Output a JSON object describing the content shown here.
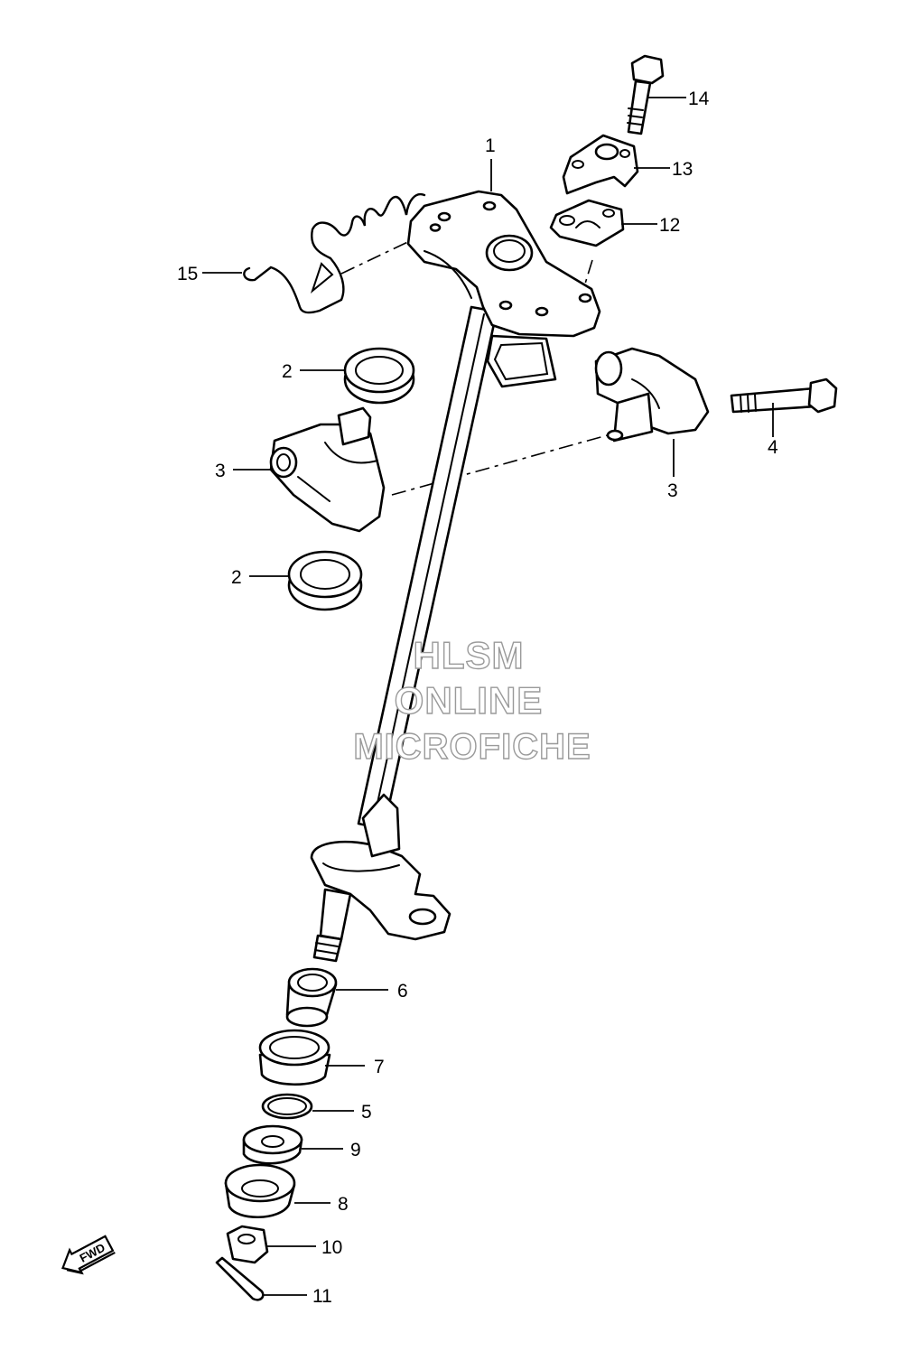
{
  "watermark": {
    "line1": "HLSM",
    "line2": "ONLINE",
    "line3": "MICROFICHE"
  },
  "direction_arrow": {
    "label": "FWD",
    "icon": "fwd-arrow-icon"
  },
  "callouts": {
    "p1": "1",
    "p2a": "2",
    "p2b": "2",
    "p3a": "3",
    "p3b": "3",
    "p4": "4",
    "p5": "5",
    "p6": "6",
    "p7": "7",
    "p8": "8",
    "p9": "9",
    "p10": "10",
    "p11": "11",
    "p12": "12",
    "p13": "13",
    "p14": "14",
    "p15": "15"
  }
}
